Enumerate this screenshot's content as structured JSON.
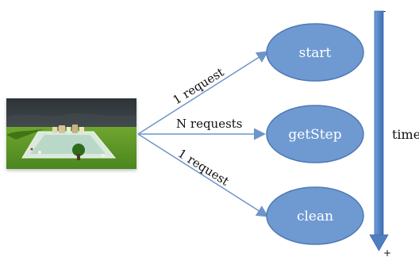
{
  "nodes": {
    "start": "start",
    "getstep": "getStep",
    "clean": "clean"
  },
  "edges": {
    "top": "1 request",
    "middle": "N requests",
    "bottom": "1 request"
  },
  "timeline": {
    "label": "time",
    "start_sign": "-",
    "end_sign": "+"
  },
  "colors": {
    "node_fill": "#6f9ad1",
    "node_stroke": "#4f79b5",
    "arrow": "#6d95c8",
    "timeline": "#4f7fc1"
  },
  "scene": {
    "description_icon": "game-environment-screenshot"
  }
}
